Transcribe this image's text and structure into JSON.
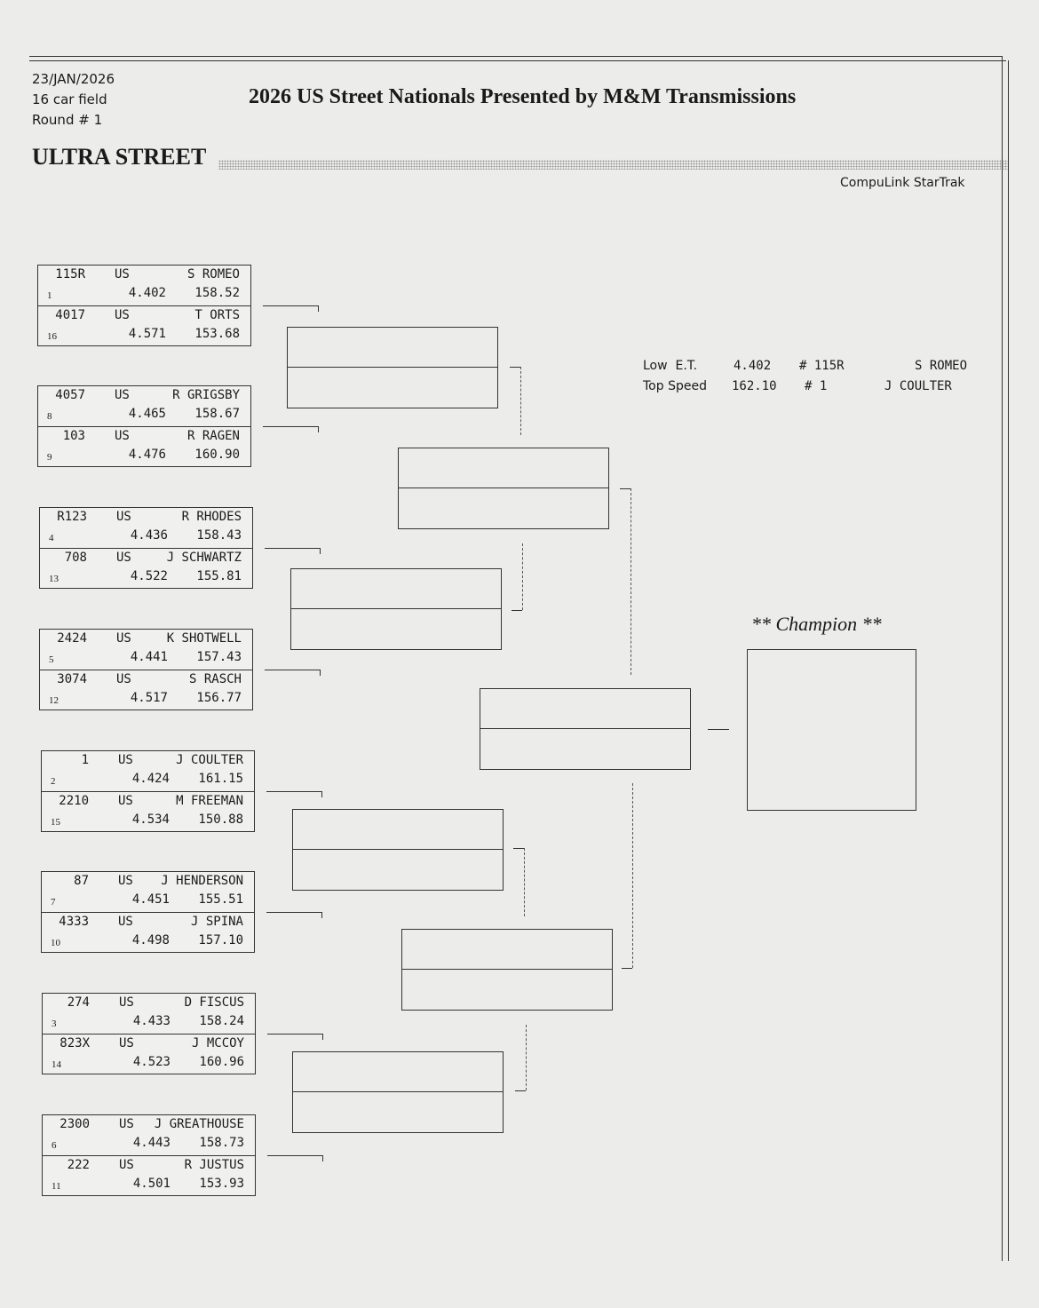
{
  "header": {
    "date": "23/JAN/2026",
    "field": "16 car field",
    "round": "Round # 1",
    "title": "2026 US Street Nationals Presented by M&M Transmissions",
    "class_name": "ULTRA STREET",
    "brand": "CompuLink StarTrak"
  },
  "stats": {
    "low_et": {
      "label": "Low  E.T.",
      "value": "4.402",
      "car": "# 115R",
      "driver": "S ROMEO"
    },
    "top_speed": {
      "label": "Top Speed",
      "value": "162.10",
      "car": "# 1",
      "driver": "J COULTER"
    }
  },
  "champion_label": "** Champion **",
  "pairs": [
    [
      {
        "num": "115R",
        "country": "US",
        "name": "S ROMEO",
        "seed": "1",
        "et": "4.402",
        "speed": "158.52"
      },
      {
        "num": "4017",
        "country": "US",
        "name": "T ORTS",
        "seed": "16",
        "et": "4.571",
        "speed": "153.68"
      }
    ],
    [
      {
        "num": "4057",
        "country": "US",
        "name": "R GRIGSBY",
        "seed": "8",
        "et": "4.465",
        "speed": "158.67"
      },
      {
        "num": "103",
        "country": "US",
        "name": "R RAGEN",
        "seed": "9",
        "et": "4.476",
        "speed": "160.90"
      }
    ],
    [
      {
        "num": "R123",
        "country": "US",
        "name": "R RHODES",
        "seed": "4",
        "et": "4.436",
        "speed": "158.43"
      },
      {
        "num": "708",
        "country": "US",
        "name": "J SCHWARTZ",
        "seed": "13",
        "et": "4.522",
        "speed": "155.81"
      }
    ],
    [
      {
        "num": "2424",
        "country": "US",
        "name": "K SHOTWELL",
        "seed": "5",
        "et": "4.441",
        "speed": "157.43"
      },
      {
        "num": "3074",
        "country": "US",
        "name": "S RASCH",
        "seed": "12",
        "et": "4.517",
        "speed": "156.77"
      }
    ],
    [
      {
        "num": "1",
        "country": "US",
        "name": "J COULTER",
        "seed": "2",
        "et": "4.424",
        "speed": "161.15"
      },
      {
        "num": "2210",
        "country": "US",
        "name": "M FREEMAN",
        "seed": "15",
        "et": "4.534",
        "speed": "150.88"
      }
    ],
    [
      {
        "num": "87",
        "country": "US",
        "name": "J HENDERSON",
        "seed": "7",
        "et": "4.451",
        "speed": "155.51"
      },
      {
        "num": "4333",
        "country": "US",
        "name": "J SPINA",
        "seed": "10",
        "et": "4.498",
        "speed": "157.10"
      }
    ],
    [
      {
        "num": "274",
        "country": "US",
        "name": "D FISCUS",
        "seed": "3",
        "et": "4.433",
        "speed": "158.24"
      },
      {
        "num": "823X",
        "country": "US",
        "name": "J MCCOY",
        "seed": "14",
        "et": "4.523",
        "speed": "160.96"
      }
    ],
    [
      {
        "num": "2300",
        "country": "US",
        "name": "J GREATHOUSE",
        "seed": "6",
        "et": "4.443",
        "speed": "158.73"
      },
      {
        "num": "222",
        "country": "US",
        "name": "R JUSTUS",
        "seed": "11",
        "et": "4.501",
        "speed": "153.93"
      }
    ]
  ]
}
